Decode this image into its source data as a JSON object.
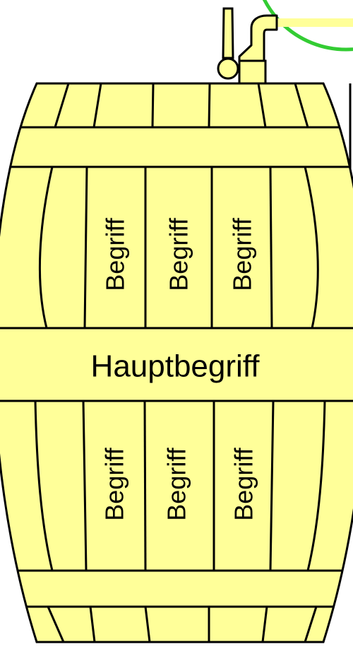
{
  "diagram": {
    "main_label": "Hauptbegriff",
    "upper_terms": [
      "Begriff",
      "Begriff",
      "Begriff"
    ],
    "lower_terms": [
      "Begriff",
      "Begriff",
      "Begriff"
    ]
  },
  "colors": {
    "barrel_fill": "#ffff99",
    "outline": "#000000",
    "circle_stroke": "#33cc33",
    "tap_pipe": "#ffff99"
  }
}
